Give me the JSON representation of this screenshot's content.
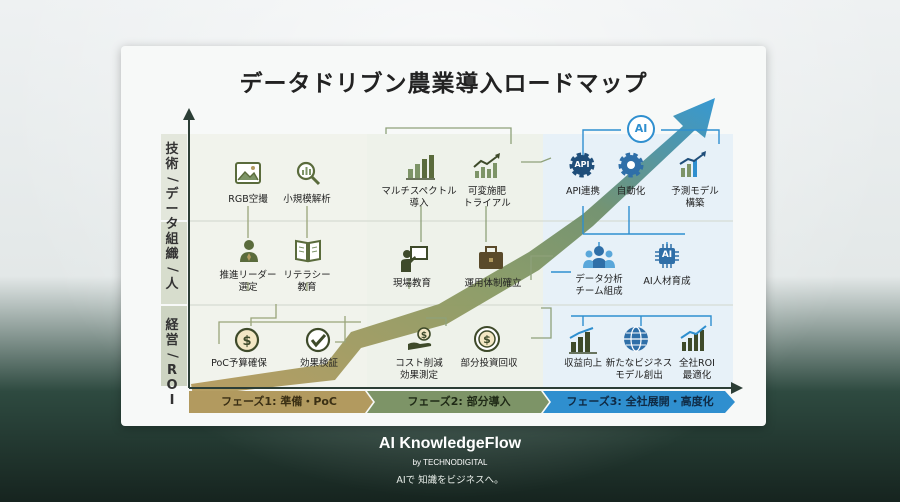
{
  "title": "データドリブン農業導入ロードマップ",
  "rows": [
    {
      "label": "技術/データ"
    },
    {
      "label": "組織/人"
    },
    {
      "label": "経営/ROI"
    }
  ],
  "phase1": {
    "name": "フェーズ1: 準備・PoC",
    "nodes": [
      {
        "label": "RGB空撮",
        "icon": "image-icon"
      },
      {
        "label": "小規模解析",
        "icon": "magnifier-chart-icon"
      },
      {
        "label": "推進リーダー\n選定",
        "icon": "person-icon"
      },
      {
        "label": "リテラシー\n教育",
        "icon": "book-icon"
      },
      {
        "label": "PoC予算確保",
        "icon": "coin-icon"
      },
      {
        "label": "効果検証",
        "icon": "checkmark-icon"
      }
    ]
  },
  "phase2": {
    "name": "フェーズ2: 部分導入",
    "nodes": [
      {
        "label": "マルチスペクトル\n導入",
        "icon": "bar-chart-icon"
      },
      {
        "label": "可変施肥\nトライアル",
        "icon": "trend-chart-icon"
      },
      {
        "label": "現場教育",
        "icon": "presenter-icon"
      },
      {
        "label": "運用体制確立",
        "icon": "briefcase-icon"
      },
      {
        "label": "コスト削減\n効果測定",
        "icon": "hand-coin-icon"
      },
      {
        "label": "部分投資回収",
        "icon": "coin-cycle-icon"
      }
    ]
  },
  "phase3": {
    "name": "フェーズ3: 全社展開・高度化",
    "ai_badge": "AI",
    "nodes": [
      {
        "label": "API連携",
        "icon": "api-gear-icon",
        "badge": "API"
      },
      {
        "label": "自動化",
        "icon": "gear-icon"
      },
      {
        "label": "予測モデル\n構築",
        "icon": "prediction-chart-icon"
      },
      {
        "label": "データ分析\nチーム組成",
        "icon": "team-icon"
      },
      {
        "label": "AI人材育成",
        "icon": "ai-chip-icon",
        "badge": "AI"
      },
      {
        "label": "収益向上",
        "icon": "growth-bars-icon"
      },
      {
        "label": "新たなビジネス\nモデル創出",
        "icon": "globe-icon"
      },
      {
        "label": "全社ROI\n最適化",
        "icon": "roi-chart-icon"
      }
    ]
  },
  "colors": {
    "phase1": "#b29a5f",
    "phase2": "#7d9467",
    "phase3": "#2f8fcf",
    "axis": "#2c3e36"
  },
  "brand": {
    "name": "AI KnowledgeFlow",
    "by": "by TECHNODIGITAL",
    "tagline": "AIで 知識をビジネスへ。"
  }
}
